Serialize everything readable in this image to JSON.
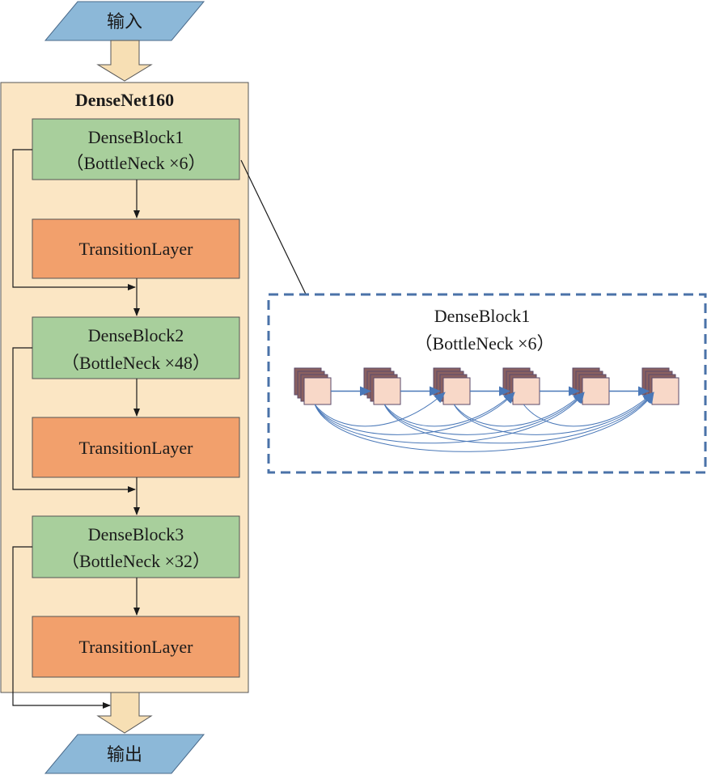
{
  "input_label": "输入",
  "output_label": "输出",
  "network_title": "DenseNet160",
  "blocks": [
    {
      "name": "DenseBlock1",
      "detail": "（BottleNeck ×6）",
      "transition": "TransitionLayer"
    },
    {
      "name": "DenseBlock2",
      "detail": "（BottleNeck ×48）",
      "transition": "TransitionLayer"
    },
    {
      "name": "DenseBlock3",
      "detail": "（BottleNeck ×32）",
      "transition": "TransitionLayer"
    }
  ],
  "detail_view": {
    "title": "DenseBlock1",
    "subtitle": "（BottleNeck ×6）",
    "bottleneck_count": 6
  },
  "colors": {
    "io_fill": "#8cb8d8",
    "container_fill": "#fbe6c4",
    "block_fill": "#a8cf9c",
    "transition_fill": "#f2a06c",
    "arrow_fill": "#f7dfb4",
    "dash_border": "#4a72a8",
    "connection": "#4a78b8",
    "feature_front": "#f8d8c8",
    "feature_back": "#8a6060"
  }
}
